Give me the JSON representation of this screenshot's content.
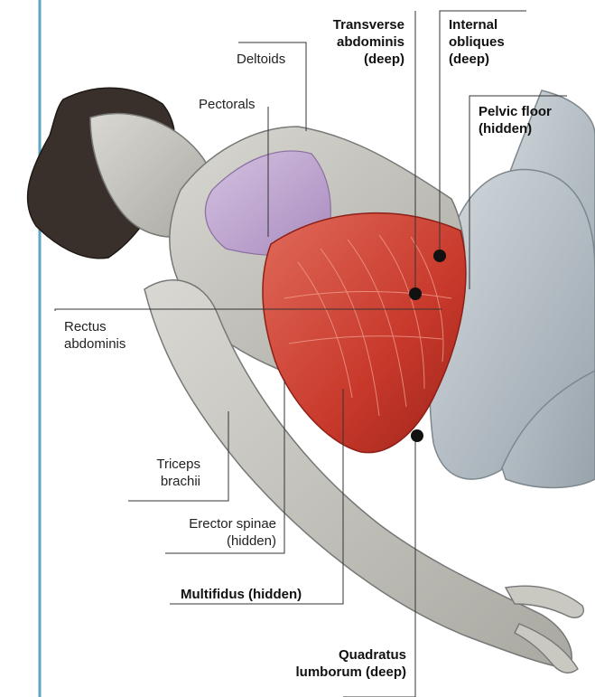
{
  "labels": {
    "deltoids": "Deltoids",
    "pectorals": "Pectorals",
    "transverse": "Transverse\nabdominis\n(deep)",
    "internal_obliques": "Internal\nobliques\n(deep)",
    "pelvic_floor": "Pelvic floor\n(hidden)",
    "rectus": "Rectus\nabdominis",
    "triceps": "Triceps\nbrachii",
    "erector": "Erector spinae\n(hidden)",
    "multifidus": "Multifidus (hidden)",
    "quadratus": "Quadratus\nlumborum (deep)"
  },
  "colors": {
    "border_line": "#5fa6c4",
    "skin": "#c9c9c2",
    "muscle_red": "#c8392b",
    "shirt_lilac": "#b99ccc",
    "hair": "#3a302b",
    "leg_grey": "#b7c0c6"
  }
}
